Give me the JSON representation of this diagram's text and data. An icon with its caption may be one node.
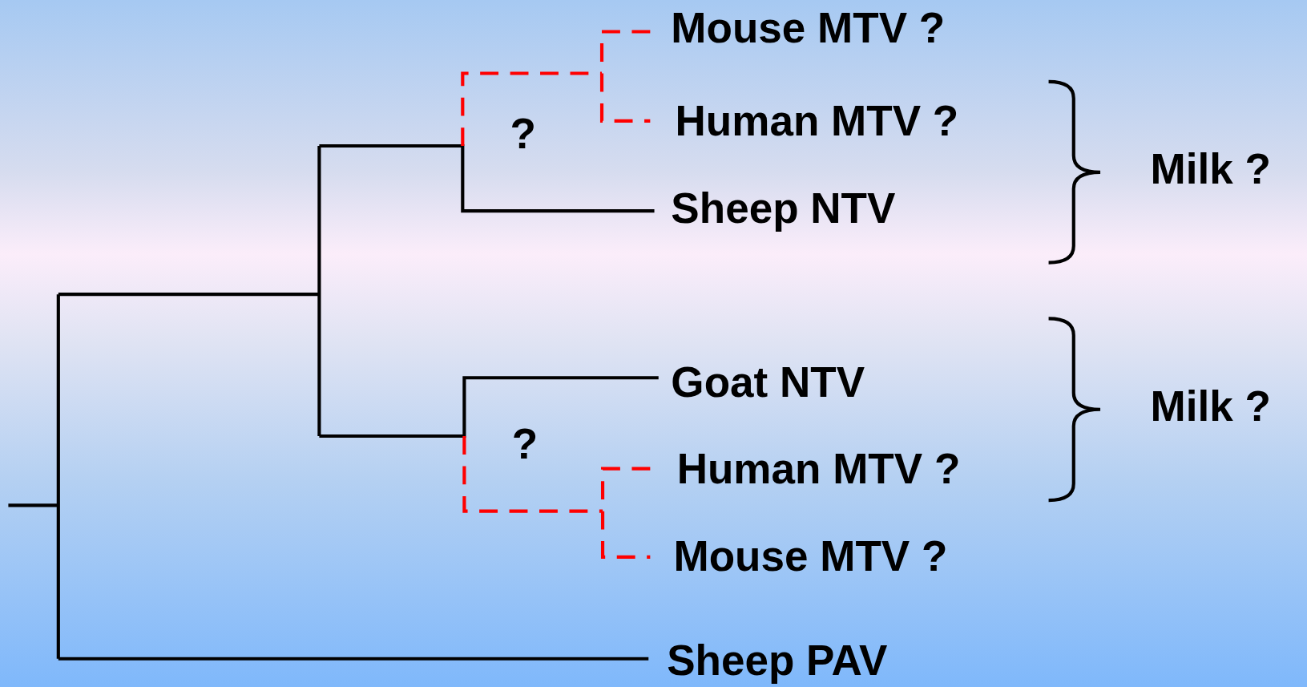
{
  "diagram": {
    "labels": [
      "Mouse MTV ?",
      "?",
      "Human MTV ?",
      "Milk ?",
      "Sheep NTV",
      "Goat NTV",
      "Milk ?",
      "?",
      "Human MTV ?",
      "Mouse MTV ?",
      "Sheep PAV"
    ]
  }
}
